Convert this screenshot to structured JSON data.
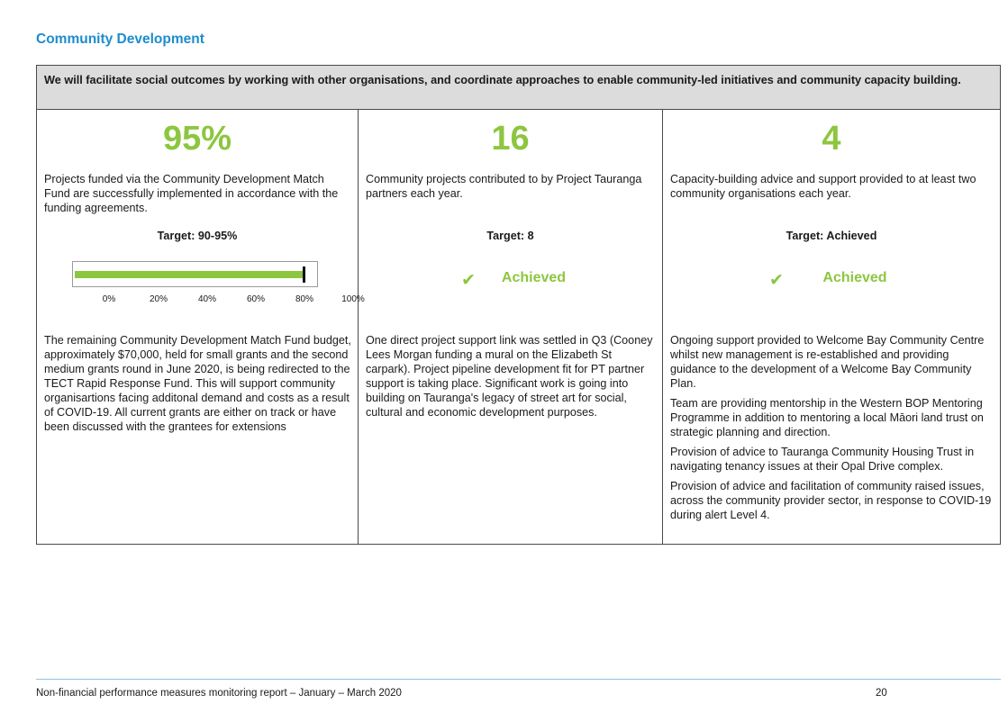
{
  "page": {
    "title": "Community Development",
    "intro": "We will facilitate social outcomes by working with other organisations, and coordinate approaches to enable community-led initiatives and community capacity building."
  },
  "measures": [
    {
      "value": "95%",
      "description": "Projects funded via the Community Development Match Fund are successfully implemented in accordance with the funding agreements.",
      "target": "Target: 90-95%",
      "progress_percent": 95,
      "progress_ticks": [
        "0%",
        "20%",
        "40%",
        "60%",
        "80%",
        "100%"
      ],
      "commentary": [
        "The remaining Community Development Match Fund budget, approximately $70,000, held for small grants and the second medium grants round in June 2020, is being redirected to the TECT Rapid Response Fund. This will support community organisartions facing additonal demand and costs as a result of COVID-19. All current grants are either on track or have been discussed with the grantees for extensions"
      ]
    },
    {
      "value": "16",
      "description": "Community projects contributed to by Project Tauranga partners each year.",
      "target": "Target: 8",
      "status": "Achieved",
      "commentary": [
        "One direct project support link was settled in Q3 (Cooney Lees Morgan funding a mural on the Elizabeth St carpark). Project pipeline development fit for PT partner support is taking place. Significant work is going into building on Tauranga's legacy of street art for social, cultural and economic development purposes."
      ]
    },
    {
      "value": "4",
      "description": "Capacity-building advice and support provided to at least two community organisations each year.",
      "target": "Target: Achieved",
      "status": "Achieved",
      "commentary": [
        "Ongoing support provided to Welcome Bay Community Centre whilst new management is re-established and providing guidance to the development of a Welcome Bay Community Plan.",
        "Team are providing mentorship in the Western BOP Mentoring Programme in addition to mentoring a local Māori land trust on strategic planning and direction.",
        "Provision of advice to Tauranga Community Housing Trust in navigating tenancy issues at their Opal Drive complex.",
        "Provision of advice and facilitation of community raised issues, across the community provider sector, in response to COVID-19 during alert Level 4."
      ]
    }
  ],
  "icons": {
    "status": "check-icon"
  },
  "colors": {
    "title": "#1d8ccd",
    "accent": "#8dc63f",
    "header_bg": "#dcdcdc"
  },
  "footer": {
    "report_title": "Non-financial performance measures monitoring report – January – March 2020",
    "page_number": "20"
  }
}
